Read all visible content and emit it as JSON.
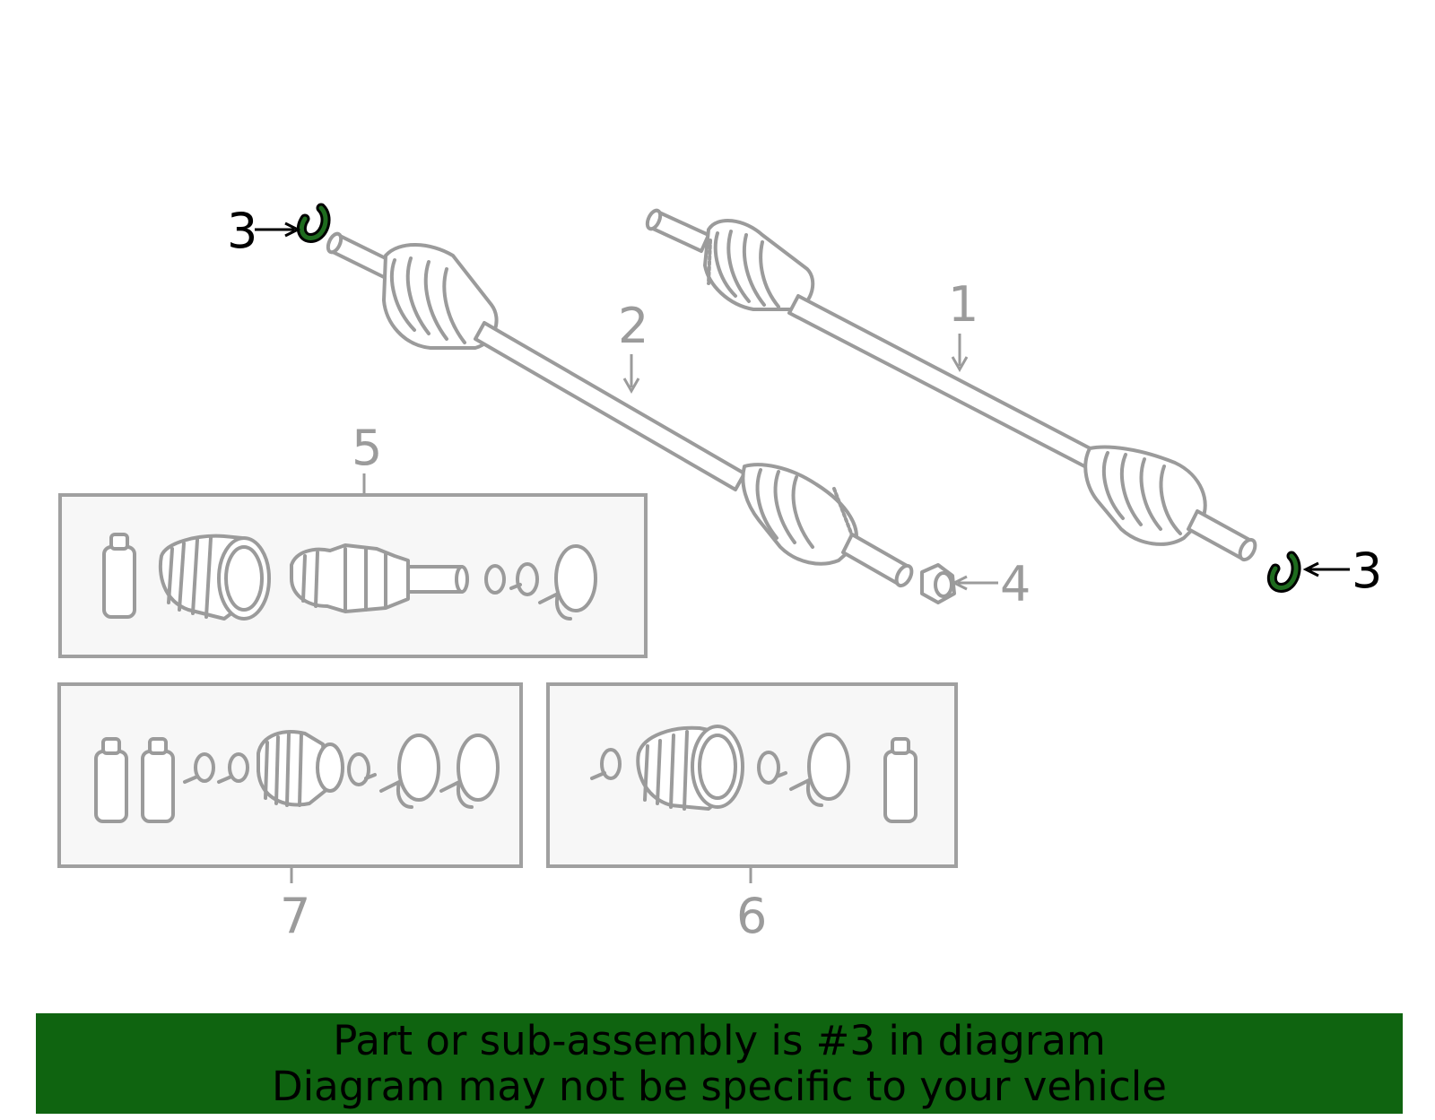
{
  "callouts": {
    "c1": "1",
    "c2": "2",
    "c3_left": "3",
    "c3_right": "3",
    "c4": "4",
    "c5": "5",
    "c6": "6",
    "c7": "7"
  },
  "highlighted_part": "3",
  "colors": {
    "part_stroke": "#9b9b9b",
    "highlight": "#1e6b1e",
    "banner_bg": "#0f6410",
    "kit_box_bg": "#f7f7f7"
  },
  "banner": {
    "line1": "Part or sub-assembly is #3 in diagram",
    "line2": "Diagram may not be specific to your vehicle"
  }
}
